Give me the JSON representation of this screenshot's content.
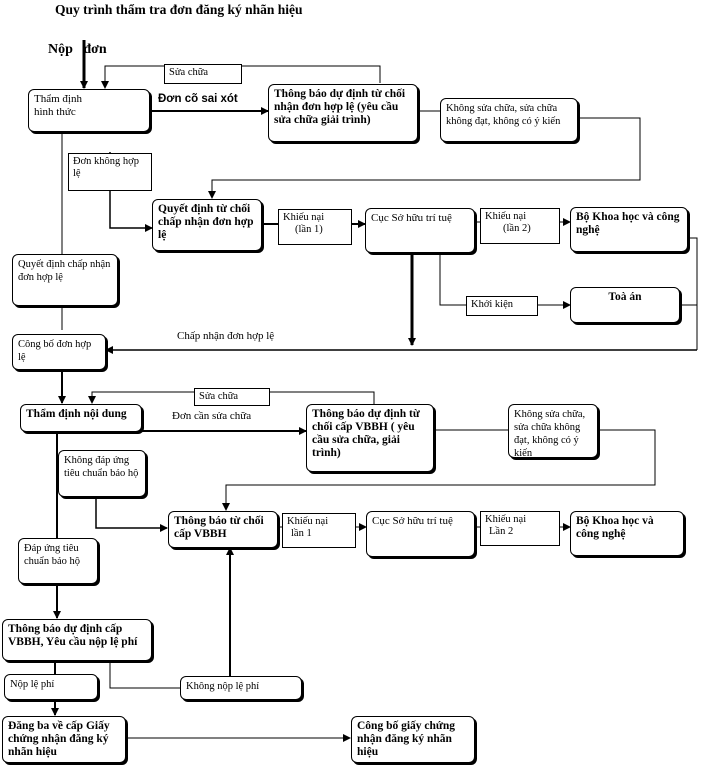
{
  "title": "Quy trình thẩm tra đơn đăng ký nhãn hiệu",
  "start_label": "Nộp   đơn",
  "nodes": {
    "formal_exam": "Thẩm định\nhình thức",
    "notice_refuse_valid": "Thông báo dự định từ chối nhận đơn hợp lệ (yêu cầu sửa chữa giải trình)",
    "no_fix_1": "Không sửa chữa, sửa chữa không đạt, không có ý kiến",
    "decision_refuse_valid": "Quyết định từ chối chấp nhận đơn hợp lệ",
    "ip_office_1": "Cục Sở hữu trí tuệ",
    "ministry_1": "Bộ  Khoa học và công nghệ",
    "court": "Toà án",
    "decision_accept_valid": "Quyết định chấp nhận đơn hợp lệ",
    "publish_app": "Công bố đơn hợp lệ",
    "substantive_exam": "Thẩm định nội dung",
    "notice_refuse_cert": "Thông báo dự định từ chối cấp VBBH ( yêu cầu sửa chữa, giải trình)",
    "no_fix_2": "Không sửa chữa, sửa chữa không đạt, không có ý kiến",
    "notice_refused_cert": "Thông báo từ chối cấp VBBH",
    "ip_office_2": "Cục Sở hữu trí tuệ",
    "ministry_2": "Bộ Khoa học và công nghệ",
    "meets_criteria": "Đáp ứng tiêu chuẩn bảo hộ",
    "notice_grant": "Thông báo dự định cấp VBBH, Yêu cầu nộp lệ phí",
    "pay_fee": "Nộp lệ phí",
    "no_fee": "Không nộp lệ phí",
    "register_grant": "Đăng ba về cấp Giấy chứng nhận đăng ký nhãn hiệu",
    "publish_cert": "Công bố giấy chứng nhận đăng ký nhãn hiệu"
  },
  "edge_labels": {
    "fix_1": "Sửa chữa",
    "faulty_app": "Đơn cõ sai xót",
    "invalid_app": "Đơn không hợp lệ",
    "complaint_1a": "Khiếu nại",
    "time_1a": "(lần 1)",
    "complaint_1b": "Khiếu nại",
    "time_1b": "(lần 2)",
    "lawsuit": "Khởi kiện",
    "accept_valid": "Chấp nhận đơn hợp lệ",
    "fix_2": "Sửa chữa",
    "needs_fix": "Đơn cần sửa chữa",
    "not_meet": "Không đáp ứng tiêu chuẩn bảo hộ",
    "complaint_2a": "Khiếu nại",
    "time_2a": "lần 1",
    "complaint_2b": "Khiếu nại",
    "time_2b": "Lần 2"
  }
}
